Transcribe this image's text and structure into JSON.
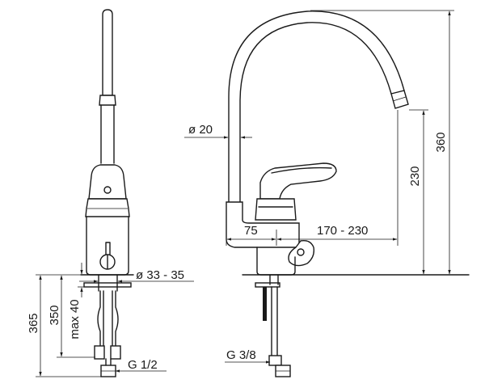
{
  "dimensions": {
    "front_height": "365",
    "front_inlet": "350",
    "front_max_thickness": "max 40",
    "front_hole_diameter": "ø 33 - 35",
    "front_thread": "G 1/2",
    "side_pipe_diameter": "ø 20",
    "side_offset": "75",
    "side_reach": "170 - 230",
    "side_spout_height": "230",
    "side_total_height": "360",
    "side_thread": "G 3/8"
  }
}
